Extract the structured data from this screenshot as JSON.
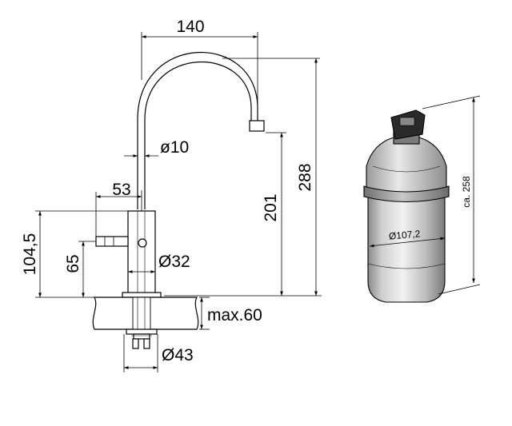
{
  "faucet": {
    "spout_reach": "140",
    "total_height": "288",
    "spout_height": "201",
    "tube_diameter": "ø10",
    "lever_length": "53",
    "body_height": "104,5",
    "lever_height": "65",
    "body_diameter": "Ø32",
    "max_counter_thickness": "max.60",
    "base_diameter": "Ø43"
  },
  "filter": {
    "diameter": "Ø107,2",
    "height": "ca. 258"
  }
}
